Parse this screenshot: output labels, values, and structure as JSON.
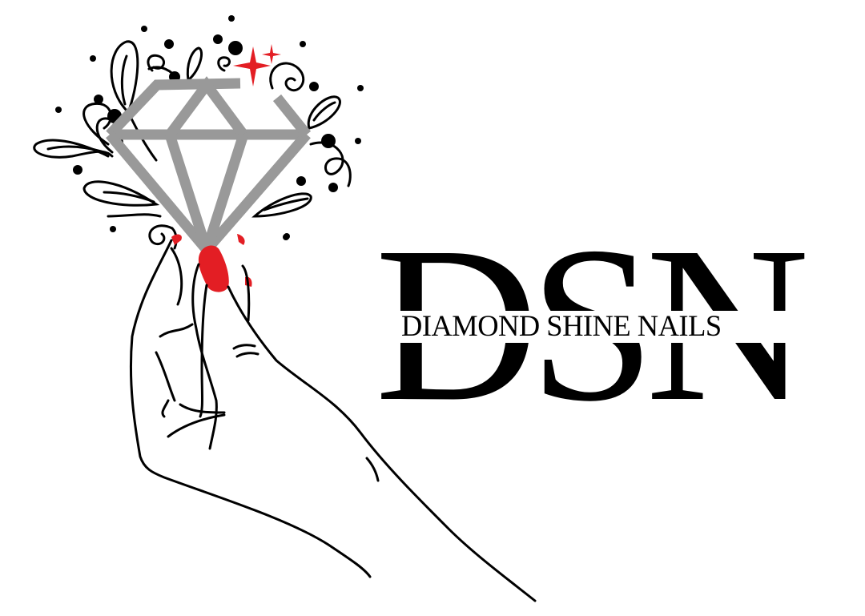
{
  "logo": {
    "monogram": [
      "D",
      "S",
      "N"
    ],
    "tagline": "DIAMOND SHINE NAILS",
    "illustration": {
      "subject": "hand holding diamond",
      "icons": [
        "diamond-icon",
        "sparkle-icon",
        "swirl-flourish-icon",
        "hand-icon"
      ]
    },
    "colors": {
      "text": "#000000",
      "diamond": "#999999",
      "accent_red": "#E31E24",
      "background": "#FFFFFF"
    }
  }
}
